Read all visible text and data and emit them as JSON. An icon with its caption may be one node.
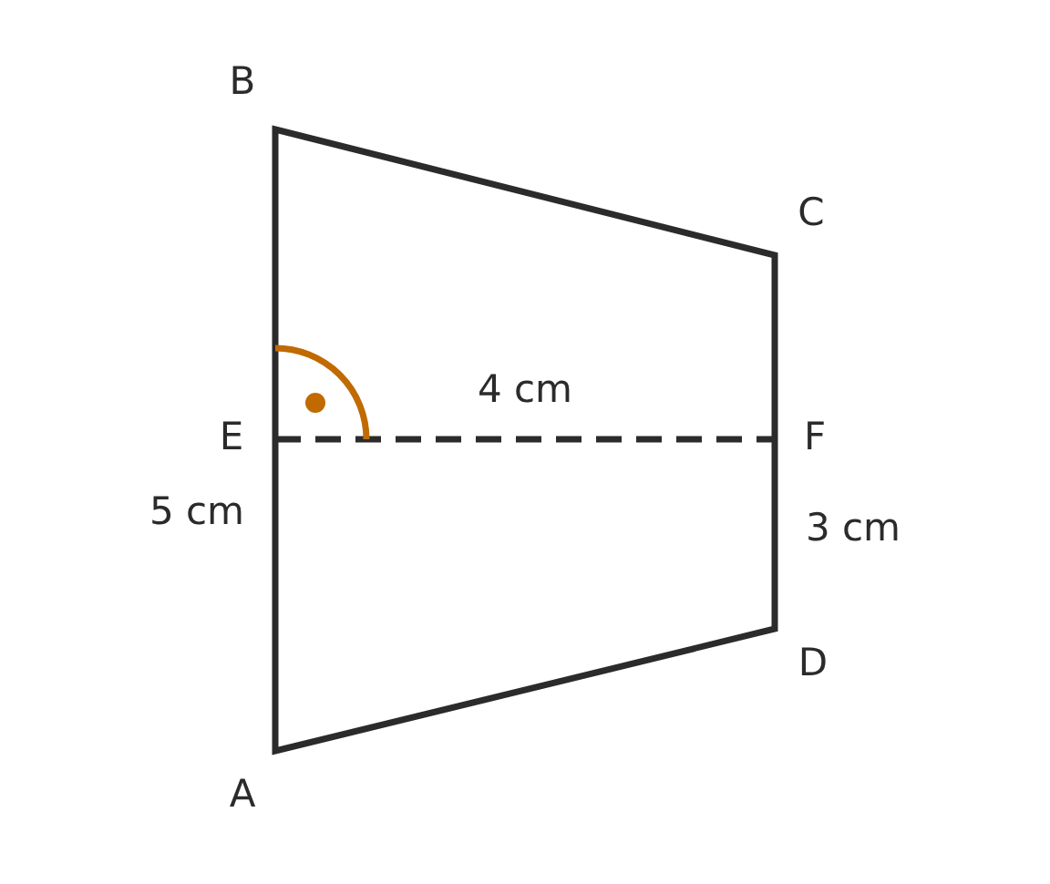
{
  "diagram": {
    "labels": [
      "B",
      "C",
      "4 cm",
      "E",
      "F",
      "5 cm",
      "3 cm",
      "D",
      "A"
    ]
  }
}
